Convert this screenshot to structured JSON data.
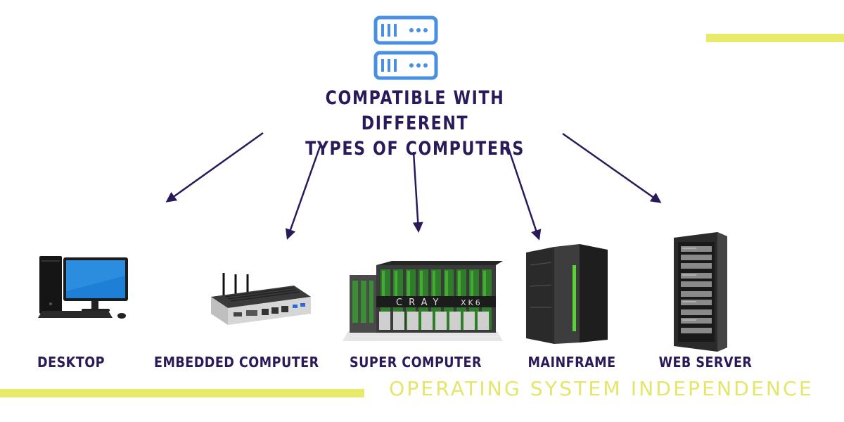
{
  "title_lines": [
    "COMPATIBLE WITH DIFFERENT",
    "TYPES OF COMPUTERS"
  ],
  "items": [
    {
      "label": "DESKTOP"
    },
    {
      "label": "EMBEDDED COMPUTER"
    },
    {
      "label": "SUPER COMPUTER",
      "brand_text": "CRAY",
      "brand_text_2": "XK6"
    },
    {
      "label": "MAINFRAME"
    },
    {
      "label": "WEB SERVER"
    }
  ],
  "footer": "OPERATING SYSTEM INDEPENDENCE",
  "icon": "server-stack-icon",
  "colors": {
    "accent": "#e8ea6a",
    "arrow": "#2b1a5a",
    "text": "#2b1a5a",
    "icon": "#4a90e2"
  }
}
